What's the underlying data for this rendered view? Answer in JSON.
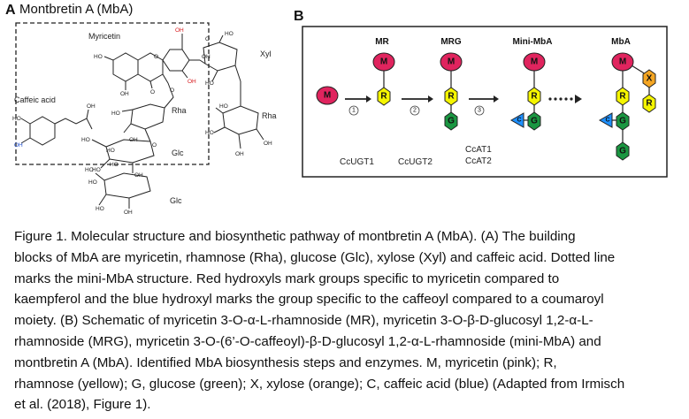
{
  "panel_a": {
    "letter": "A",
    "title": "Montbretin A (MbA)",
    "labels": {
      "myricetin": "Myricetin",
      "caffeic_acid": "Caffeic acid",
      "rha1": "Rha",
      "rha2": "Rha",
      "glc1": "Glc",
      "glc2": "Glc",
      "xyl": "Xyl"
    },
    "atoms": [
      "OH",
      "OH",
      "OH",
      "HO",
      "O",
      "OH",
      "O",
      "O",
      "HO",
      "OH",
      "HO",
      "O",
      "HO",
      "OH",
      "HO",
      "OH",
      "OH",
      "HO",
      "HO",
      "OH",
      "O",
      "HO",
      "HO",
      "HO",
      "OH",
      "OH",
      "HO",
      "HO",
      "HO",
      "HO"
    ]
  },
  "panel_b": {
    "letter": "B",
    "columns": [
      "MR",
      "MRG",
      "Mini-MbA",
      "MbA"
    ],
    "nodes": {
      "M": "M",
      "R": "R",
      "G": "G",
      "X": "X",
      "C": "C"
    },
    "steps": [
      "1",
      "2",
      "3"
    ],
    "enzymes": {
      "e1": "CcUGT1",
      "e2": "CcUGT2",
      "e3a": "CcAT1",
      "e3b": "CcAT2"
    },
    "colors": {
      "M": "#e0245e",
      "R": "#f5f500",
      "G": "#1a9641",
      "X": "#f5a623",
      "C": "#1e90ff"
    }
  },
  "caption": {
    "lines": [
      "Figure 1. Molecular structure and biosynthetic pathway of montbretin A (MbA). (A) The building",
      "blocks of MbA are myricetin, rhamnose (Rha), glucose (Glc), xylose (Xyl) and caffeic acid. Dotted line",
      "marks the mini-MbA structure. Red hydroxyls mark groups specific to myricetin compared to",
      "kaempferol and the blue hydroxyl marks the group specific to the caffeoyl compared to a coumaroyl",
      "moiety. (B) Schematic of myricetin 3-O-α-L-rhamnoside (MR), myricetin 3-O-β-D-glucosyl 1,2-α-L-",
      "rhamnoside (MRG), myricetin 3-O-(6’-O-caffeoyl)-β-D-glucosyl 1,2-α-L-rhamnoside (mini-MbA) and",
      "montbretin A (MbA). Identified MbA biosynthesis steps and enzymes. M, myricetin (pink); R,",
      "rhamnose (yellow); G, glucose (green); X, xylose (orange); C, caffeic acid (blue) (Adapted from Irmisch",
      "et al. (2018), Figure 1)."
    ]
  }
}
